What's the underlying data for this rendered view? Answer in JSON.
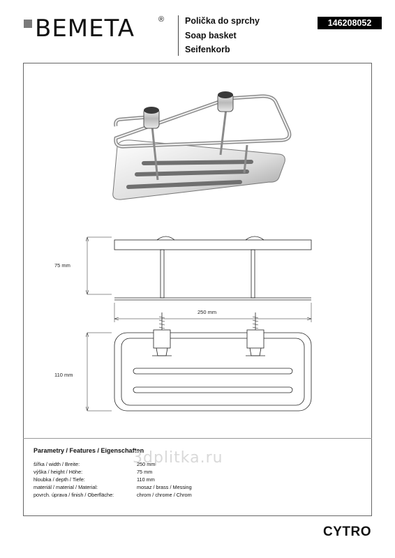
{
  "header": {
    "brand": "BEMETA",
    "registered_mark": "®",
    "titles": [
      "Polička do sprchy",
      "Soap basket",
      "Seifenkorb"
    ],
    "product_code": "146208052"
  },
  "drawing": {
    "height_dim": "75 mm",
    "width_dim": "250 mm",
    "depth_dim": "110 mm"
  },
  "params": {
    "title": "Parametry / Features / Eigenschaften",
    "rows": [
      {
        "label": "šířka / width / Breite:",
        "value": "250 mm"
      },
      {
        "label": "výška / height / Höhe:",
        "value": "75 mm"
      },
      {
        "label": "hloubka / depth / Tiefe:",
        "value": "110 mm"
      },
      {
        "label": "materiál / material / Material:",
        "value": "mosaz / brass / Messing"
      },
      {
        "label": "povrch. úprava / finish / Oberfläche:",
        "value": "chrom / chrome / Chrom"
      }
    ]
  },
  "watermark": "3dplitka.ru",
  "footer": {
    "model": "CYTRO"
  }
}
